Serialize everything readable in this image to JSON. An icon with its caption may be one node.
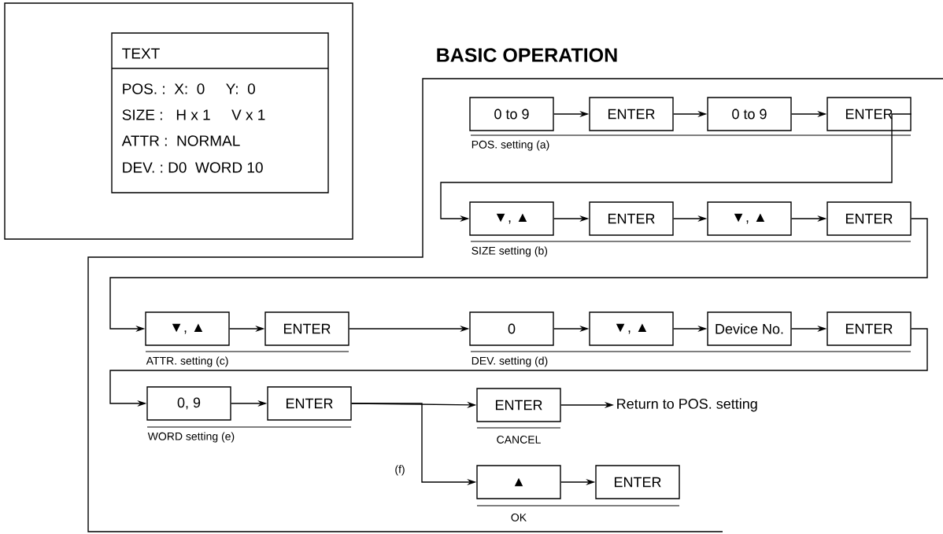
{
  "diagram": {
    "title": "BASIC OPERATION",
    "nodes": [
      {
        "text": [
          "TEXT",
          "POS. :  X:  0     Y:  0",
          "SIZE :   H x 1     V x 1",
          "ATTR :  NORMAL",
          "DEV. : D0  WORD 10"
        ]
      },
      {
        "text": [
          "0 to 9"
        ]
      },
      {
        "text": [
          "ENTER"
        ]
      },
      {
        "text": [
          "0 to 9"
        ]
      },
      {
        "text": [
          "ENTER"
        ]
      },
      {
        "text": [
          "▼, ▲"
        ]
      },
      {
        "text": [
          "ENTER"
        ]
      },
      {
        "text": [
          "▼, ▲"
        ]
      },
      {
        "text": [
          "ENTER"
        ]
      },
      {
        "text": [
          "▼, ▲"
        ]
      },
      {
        "text": [
          "ENTER"
        ]
      },
      {
        "text": [
          "0"
        ]
      },
      {
        "text": [
          "▼, ▲"
        ]
      },
      {
        "text": [
          "Device No."
        ]
      },
      {
        "text": [
          "ENTER"
        ]
      },
      {
        "text": [
          "0, 9"
        ]
      },
      {
        "text": [
          "ENTER"
        ]
      },
      {
        "text": [
          "ENTER"
        ]
      },
      {
        "text": [
          "Return to POS. setting"
        ]
      },
      {
        "text": [
          "▲"
        ]
      },
      {
        "text": [
          "ENTER"
        ]
      }
    ],
    "edges": [
      {
        "from": 1,
        "to": 2,
        "arrow": "to"
      },
      {
        "from": 2,
        "to": 3,
        "arrow": "to"
      },
      {
        "from": 3,
        "to": 4,
        "arrow": "to"
      },
      {
        "from": 4,
        "to": 5,
        "arrow": "to"
      },
      {
        "from": 5,
        "to": 6,
        "arrow": "to"
      },
      {
        "from": 6,
        "to": 7,
        "arrow": "to"
      },
      {
        "from": 7,
        "to": 8,
        "arrow": "to"
      },
      {
        "from": 8,
        "to": 9,
        "arrow": "to"
      },
      {
        "from": 9,
        "to": 10,
        "arrow": "to"
      },
      {
        "from": 10,
        "to": 11,
        "arrow": "to"
      },
      {
        "from": 11,
        "to": 12,
        "arrow": "to"
      },
      {
        "from": 12,
        "to": 13,
        "arrow": "to"
      },
      {
        "from": 13,
        "to": 14,
        "arrow": "to"
      },
      {
        "from": 14,
        "to": 15,
        "arrow": "to"
      },
      {
        "from": 15,
        "to": 16,
        "arrow": "to"
      },
      {
        "from": 16,
        "to": 17,
        "arrow": "to"
      },
      {
        "from": 16,
        "to": 19,
        "arrow": "to"
      },
      {
        "from": 17,
        "to": 18,
        "arrow": "to"
      },
      {
        "from": 19,
        "to": 20,
        "arrow": "to"
      }
    ],
    "labels": [
      "POS. setting  (a)",
      "SIZE setting  (b)",
      "ATTR. setting  (c)",
      "DEV. setting (d)",
      "WORD setting (e)",
      "CANCEL",
      "(f)",
      "OK"
    ]
  }
}
